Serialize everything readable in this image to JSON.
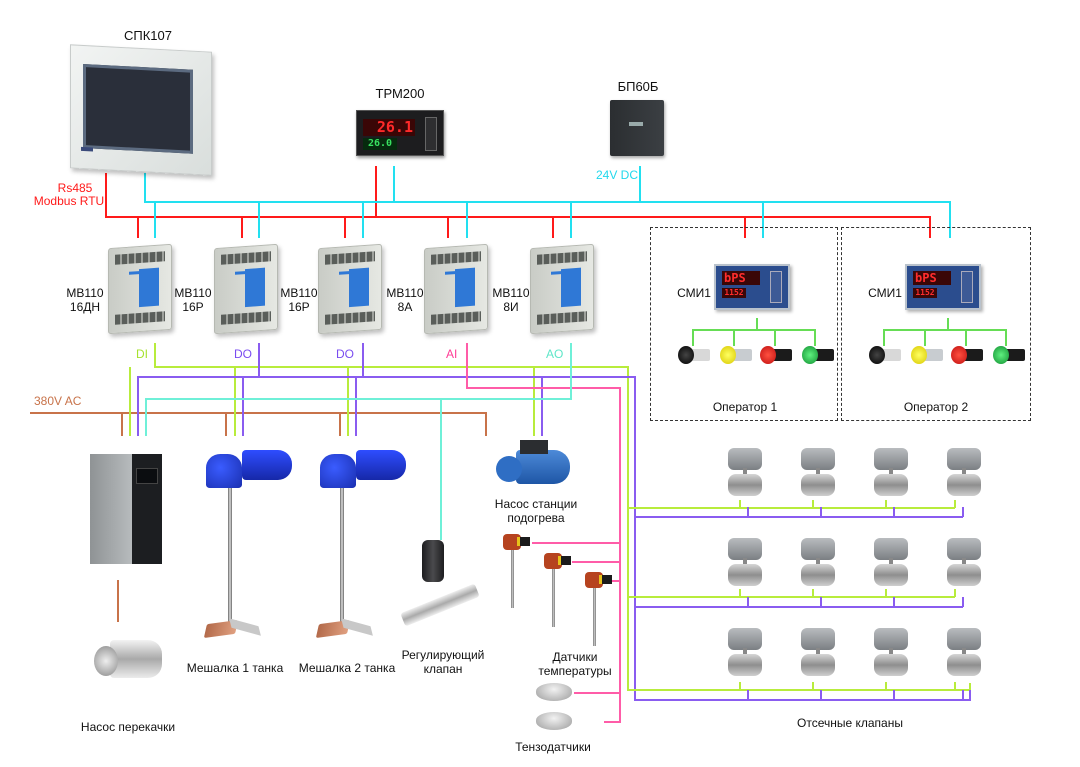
{
  "controller": {
    "label": "СПК107"
  },
  "regulator": {
    "label": "ТРМ200",
    "display_top": "26.1",
    "display_bottom": "26.0"
  },
  "power_supply": {
    "label": "БП60Б",
    "output_label": "24V DC"
  },
  "bus": {
    "label_line1": "Rs485",
    "label_line2": "Modbus RTU"
  },
  "mains": {
    "label": "380V AC"
  },
  "io_modules": [
    {
      "label": "МВ110\n16ДН",
      "signal": "DI"
    },
    {
      "label": "МВ110\n16Р",
      "signal": "DO"
    },
    {
      "label": "МВ110\n16Р",
      "signal": "DO"
    },
    {
      "label": "МВ110\n8А",
      "signal": "AI"
    },
    {
      "label": "МВ110\n8И",
      "signal": "AO"
    }
  ],
  "operators": [
    {
      "hmi_label": "СМИ1",
      "hmi_display_top": "bPS",
      "hmi_display_bottom": "1152",
      "label": "Оператор 1"
    },
    {
      "hmi_label": "СМИ1",
      "hmi_display_top": "bPS",
      "hmi_display_bottom": "1152",
      "label": "Оператор 2"
    }
  ],
  "pilot_lights": [
    "black-selector",
    "yellow",
    "red",
    "green"
  ],
  "field_devices": {
    "transfer_pump": "Насос перекачки",
    "mixer_1": "Мешалка 1 танка",
    "mixer_2": "Мешалка 2 танка",
    "control_valve": "Регулирующий\nклапан",
    "heating_pump": "Насос станции\nподогрева",
    "temp_sensors": "Датчики\nтемпературы",
    "load_cells": "Тензодатчики",
    "shutoff_valves": "Отсечные клапаны"
  },
  "colors": {
    "rs485": "#ff1a1a",
    "dc24": "#22e0f0",
    "ac380": "#c8734a",
    "di": "#b8ec3c",
    "do": "#8a5cf0",
    "ai": "#ff5ca8",
    "ao": "#6ff0d8",
    "dashed": "#444444",
    "hmi_link": "#66dd55"
  },
  "signal_label_colors": {
    "DI": "#a6e22e",
    "DO": "#7a4cf0",
    "AI": "#ff3c96",
    "AO": "#5ee6c8"
  }
}
